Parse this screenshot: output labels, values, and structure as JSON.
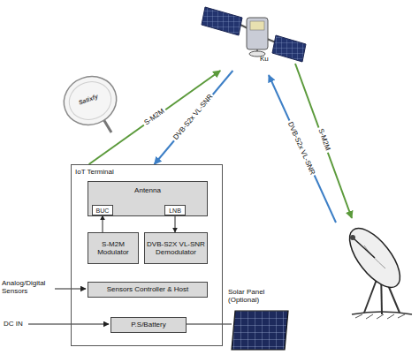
{
  "diagram": {
    "nodes": [
      {
        "text": [
          "Ku"
        ]
      },
      {
        "text": [
          "IoT Terminal"
        ]
      },
      {
        "text": [
          "Antenna"
        ],
        "in": 1
      },
      {
        "text": [
          "BUC"
        ],
        "in": 2
      },
      {
        "text": [
          "LNB"
        ],
        "in": 2
      },
      {
        "text": [
          "S-M2M Modulator"
        ],
        "in": 1
      },
      {
        "text": [
          "DVB-S2X VL-SNR Demodulator"
        ],
        "in": 1
      },
      {
        "text": [
          "Sensors Controller & Host"
        ],
        "in": 1
      },
      {
        "text": [
          "P.S/Battery"
        ],
        "in": 1
      }
    ],
    "edges": [
      {
        "from": 1,
        "to": 0,
        "label": "S-M2M",
        "arrow": "to"
      },
      {
        "from": 0,
        "to": 1,
        "label": "DVB-S2x VL-SNR",
        "arrow": "to"
      },
      {
        "from": 5,
        "to": 3,
        "arrow": "to"
      },
      {
        "from": 4,
        "to": 6,
        "arrow": "to"
      }
    ],
    "labels": [
      "Satixfy",
      "S-M2M",
      "DVB-S2x VL-SNR",
      "Analog/Digital Sensors",
      "Solar Panel (Optional)",
      "DC IN"
    ]
  }
}
